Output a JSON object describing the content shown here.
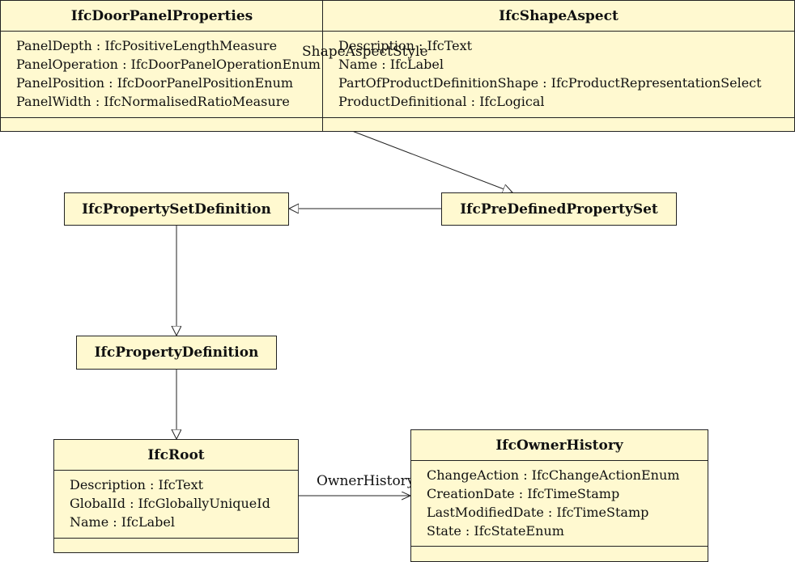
{
  "classes": {
    "door_panel": {
      "name": "IfcDoorPanelProperties",
      "attributes": [
        "PanelDepth : IfcPositiveLengthMeasure",
        "PanelOperation : IfcDoorPanelOperationEnum",
        "PanelPosition : IfcDoorPanelPositionEnum",
        "PanelWidth : IfcNormalisedRatioMeasure"
      ]
    },
    "shape_aspect": {
      "name": "IfcShapeAspect",
      "attributes": [
        "Description : IfcText",
        "Name : IfcLabel",
        "PartOfProductDefinitionShape : IfcProductRepresentationSelect",
        "ProductDefinitional : IfcLogical"
      ]
    },
    "property_set_definition": {
      "name": "IfcPropertySetDefinition"
    },
    "predefined_property_set": {
      "name": "IfcPreDefinedPropertySet"
    },
    "property_definition": {
      "name": "IfcPropertyDefinition"
    },
    "root": {
      "name": "IfcRoot",
      "attributes": [
        "Description : IfcText",
        "GlobalId : IfcGloballyUniqueId",
        "Name : IfcLabel"
      ]
    },
    "owner_history": {
      "name": "IfcOwnerHistory",
      "attributes": [
        "ChangeAction : IfcChangeActionEnum",
        "CreationDate : IfcTimeStamp",
        "LastModifiedDate : IfcTimeStamp",
        "State : IfcStateEnum"
      ]
    }
  },
  "edge_labels": {
    "shape_aspect_style": "ShapeAspectStyle",
    "owner_history": "OwnerHistory"
  }
}
